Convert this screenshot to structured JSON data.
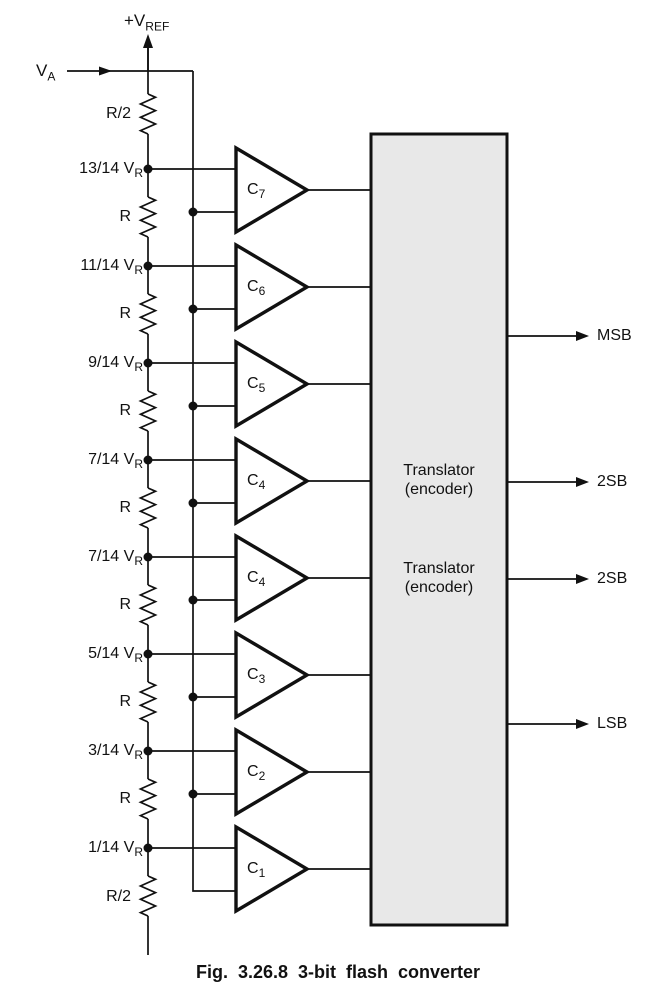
{
  "figure": {
    "caption": "Fig. 3.26.8 3-bit flash converter"
  },
  "reference": {
    "vref_main": "+V",
    "vref_sub": "REF"
  },
  "analog_input": {
    "main": "V",
    "sub": "A"
  },
  "ladder": {
    "top_resistor": "R/2",
    "bottom_resistor": "R/2",
    "series_resistors": [
      "R",
      "R",
      "R",
      "R",
      "R",
      "R",
      "R"
    ],
    "taps": [
      {
        "main": "13/14 V",
        "sub": "R"
      },
      {
        "main": "11/14 V",
        "sub": "R"
      },
      {
        "main": "9/14 V",
        "sub": "R"
      },
      {
        "main": "7/14 V",
        "sub": "R"
      },
      {
        "main": "7/14 V",
        "sub": "R"
      },
      {
        "main": "5/14 V",
        "sub": "R"
      },
      {
        "main": "3/14 V",
        "sub": "R"
      },
      {
        "main": "1/14 V",
        "sub": "R"
      }
    ]
  },
  "comparators": [
    {
      "main": "C",
      "sub": "7"
    },
    {
      "main": "C",
      "sub": "6"
    },
    {
      "main": "C",
      "sub": "5"
    },
    {
      "main": "C",
      "sub": "4"
    },
    {
      "main": "C",
      "sub": "4"
    },
    {
      "main": "C",
      "sub": "3"
    },
    {
      "main": "C",
      "sub": "2"
    },
    {
      "main": "C",
      "sub": "1"
    }
  ],
  "encoder_blocks": [
    {
      "line1": "Translator",
      "line2": "(encoder)"
    },
    {
      "line1": "Translator",
      "line2": "(encoder)"
    }
  ],
  "outputs": [
    {
      "label": "MSB"
    },
    {
      "label": "2SB"
    },
    {
      "label": "2SB"
    },
    {
      "label": "LSB"
    }
  ],
  "colors": {
    "line": "#111111",
    "text": "#111111",
    "encoder_fill": "#e8e8e8",
    "background": "#ffffff"
  }
}
